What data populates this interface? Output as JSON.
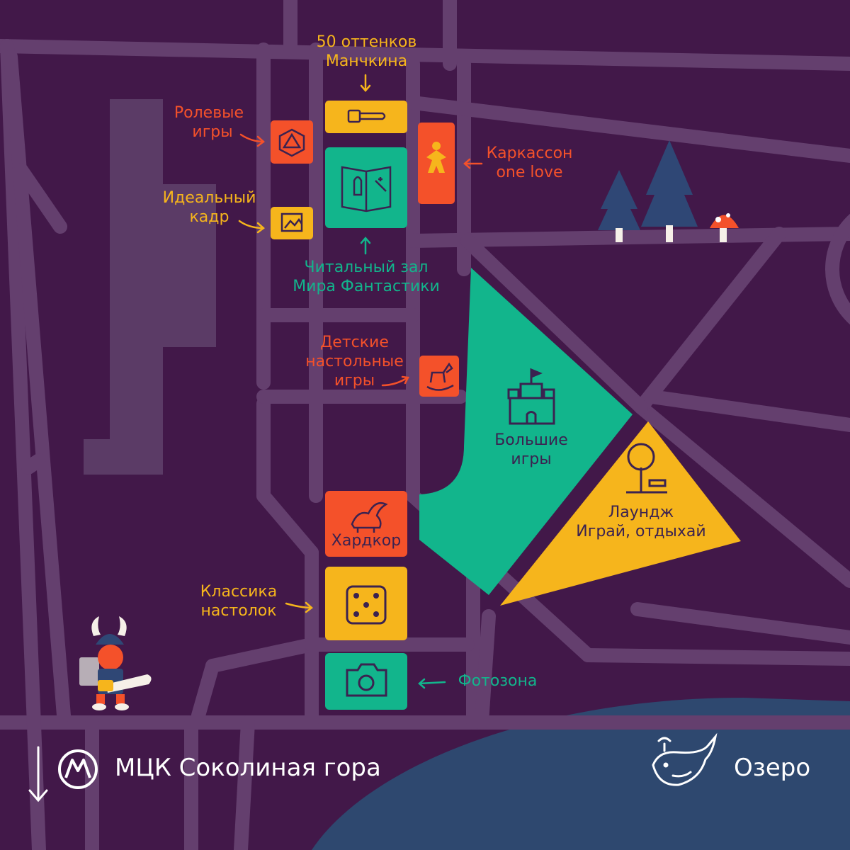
{
  "colors": {
    "bg": "#421849",
    "road": "#643f6e",
    "orange": "#f4512a",
    "yellow": "#f6b51c",
    "green": "#12b58c",
    "dark": "#3b2250",
    "lake": "#2e486f",
    "tree": "#2f4775"
  },
  "zones": {
    "munchkin": {
      "lines": [
        "50 оттенков",
        "Манчкина"
      ],
      "icon": "chainsaw-icon"
    },
    "roleplay": {
      "lines": [
        "Ролевые",
        "игры"
      ],
      "icon": "d20-dice-icon"
    },
    "carcassonne": {
      "lines": [
        "Каркассон",
        "one love"
      ],
      "icon": "meeple-icon"
    },
    "photo_frame": {
      "lines": [
        "Идеальный",
        "кадр"
      ],
      "icon": "picture-icon"
    },
    "reading_room": {
      "lines": [
        "Читальный зал",
        "Мира Фантастики"
      ],
      "icon": "book-rocket-icon"
    },
    "kids": {
      "lines": [
        "Детские",
        "настольные",
        "игры"
      ],
      "icon": "rocking-horse-icon"
    },
    "big_games": {
      "lines": [
        "Большие",
        "игры"
      ],
      "icon": "castle-icon"
    },
    "lounge": {
      "lines": [
        "Лаундж",
        "Играй, отдыхай"
      ],
      "icon": "tree-bench-icon"
    },
    "hardcore": {
      "label": "Хардкор",
      "icon": "dragon-icon"
    },
    "classics": {
      "lines": [
        "Классика",
        "настолок"
      ],
      "icon": "dice-five-icon"
    },
    "photozone": {
      "label": "Фотозона",
      "icon": "camera-icon"
    }
  },
  "bottom": {
    "metro_label": "МЦК Соколиная гора",
    "metro_icon": "metro-m-icon",
    "lake_label": "Озеро",
    "lake_icon": "whale-icon",
    "arrow_icon": "down-arrow-icon"
  }
}
